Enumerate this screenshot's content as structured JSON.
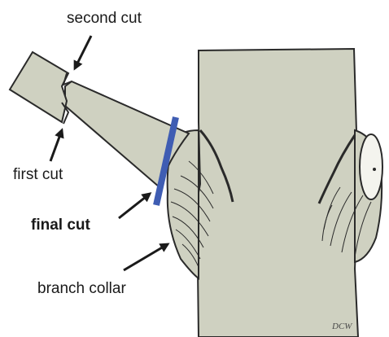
{
  "labels": {
    "second_cut": "second cut",
    "first_cut": "first cut",
    "final_cut": "final cut",
    "branch_collar": "branch collar"
  },
  "signature": "DCW",
  "colors": {
    "bark": "#cfd1c1",
    "outline": "#2a2a2a",
    "cut_line": "#3f5db3",
    "cut_face": "#f4f4ee",
    "text": "#1a1a1a"
  }
}
